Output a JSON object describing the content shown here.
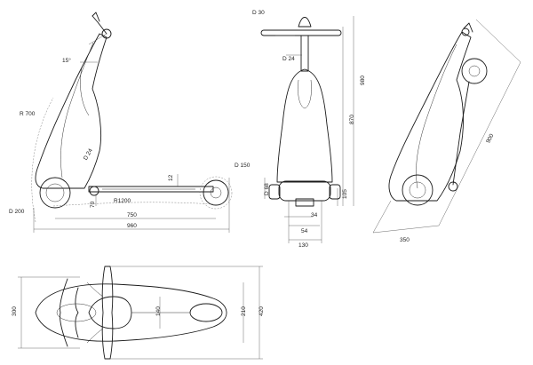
{
  "views": {
    "side": {
      "angle_label": "15°",
      "radius_label": "R 700",
      "wheel_label": "D 200",
      "tube_label": "D 24",
      "arc_label": "R1200",
      "clearance_label": "70",
      "height_label": "12",
      "rear_wheel_label": "D 150",
      "wheelbase_label": "750",
      "length_label": "960"
    },
    "front": {
      "handle_label": "D 30",
      "stem_label": "D 24",
      "hub_label": "D 68",
      "height_label": "870",
      "total_height_label": "980",
      "low_label": "105",
      "width_34_label": "34",
      "width_54_label": "54",
      "width_130_label": "130"
    },
    "folded": {
      "height_label": "900",
      "depth_label": "350"
    },
    "top": {
      "width_label": "300",
      "inner_label": "140",
      "side_label": "210",
      "total_label": "420"
    }
  }
}
